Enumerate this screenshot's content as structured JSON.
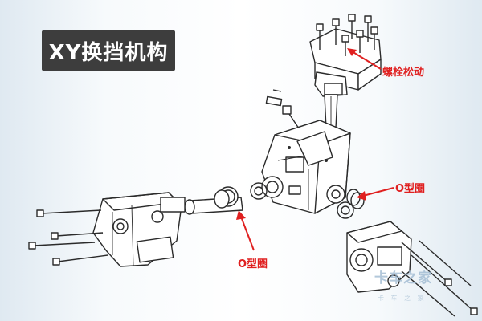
{
  "title": "XY换挡机构",
  "callouts": {
    "bolt_loose": "螺栓松动",
    "o_ring_right": "O型圈",
    "o_ring_left": "O型圈"
  },
  "watermark": {
    "logo_text": "卡车之家",
    "sub_text": "卡 车 之 家"
  },
  "colors": {
    "title_bg": "#3d3d3d",
    "title_text": "#ffffff",
    "callout": "#e02020",
    "line_art": "#2b2b2b"
  }
}
